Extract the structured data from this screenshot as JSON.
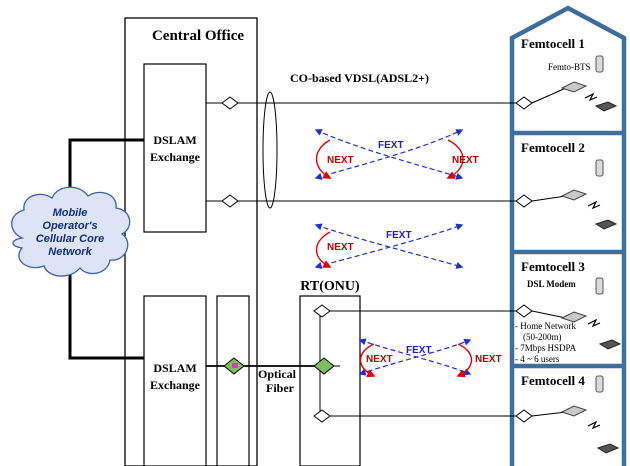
{
  "central_office": {
    "title": "Central Office",
    "dslam_top": [
      "DSLAM",
      "Exchange"
    ],
    "dslam_bottom": [
      "DSLAM",
      "Exchange"
    ]
  },
  "core_network": {
    "lines": [
      "Mobile",
      "Operator's",
      "Cellular Core",
      "Network"
    ]
  },
  "links": {
    "vdsl_label": "CO-based VDSL(ADSL2+)",
    "rt_label": "RT(ONU)",
    "fiber_label": [
      "Optical",
      "Fiber"
    ]
  },
  "crosstalk": {
    "next": "NEXT",
    "fext": "FEXT"
  },
  "femtocells": [
    {
      "label": "Femtocell 1",
      "device_label": "Femto-BTS"
    },
    {
      "label": "Femtocell 2"
    },
    {
      "label": "Femtocell 3",
      "device_label": "DSL Modem",
      "notes": [
        "- Home Network",
        "(50-200m)",
        "- 7Mbps HSDPA",
        "- 4 ~ 6 users"
      ]
    },
    {
      "label": "Femtocell 4"
    }
  ],
  "colors": {
    "house_border": "#3f6e9b",
    "next_arrow": "#e00000",
    "fext_arrow": "#1f2fd0",
    "cloud_fill": "#dde4f5",
    "cloud_border": "#3c5fae"
  },
  "icons": [
    "modem-icon",
    "femto-bts-icon",
    "mobile-phone-icon",
    "laptop-icon",
    "lightning-bolt-icon",
    "optical-converter-icon"
  ]
}
